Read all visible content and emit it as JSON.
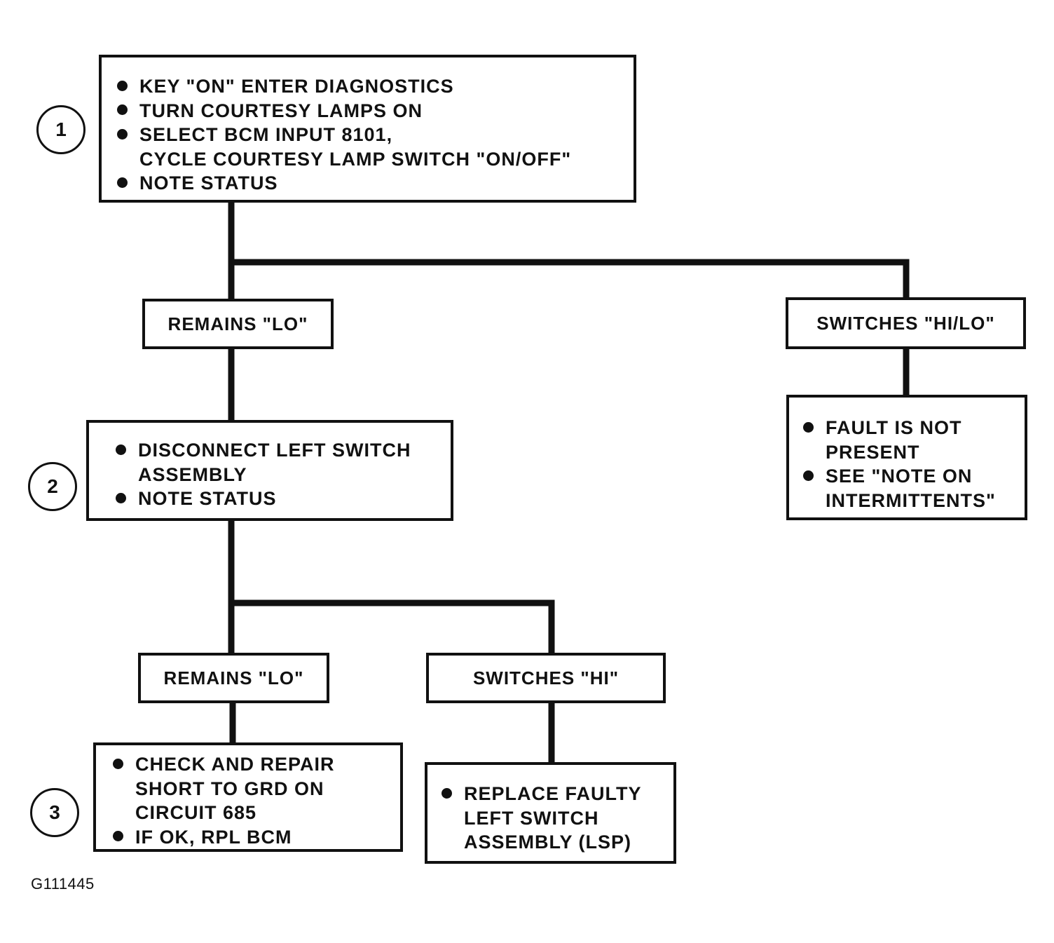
{
  "step1": {
    "number": "1",
    "bullets": [
      {
        "lines": [
          "KEY \"ON\" ENTER DIAGNOSTICS"
        ]
      },
      {
        "lines": [
          "TURN COURTESY LAMPS ON"
        ]
      },
      {
        "lines": [
          "SELECT BCM INPUT 8101,",
          "CYCLE COURTESY LAMP SWITCH \"ON/OFF\""
        ]
      },
      {
        "lines": [
          "NOTE STATUS"
        ]
      }
    ]
  },
  "branch1": {
    "left": "REMAINS \"LO\"",
    "right": "SWITCHES \"HI/LO\""
  },
  "step2": {
    "number": "2",
    "bullets": [
      {
        "lines": [
          "DISCONNECT LEFT SWITCH",
          "ASSEMBLY"
        ]
      },
      {
        "lines": [
          "NOTE STATUS"
        ]
      }
    ]
  },
  "result_right": {
    "bullets": [
      {
        "lines": [
          "FAULT IS NOT",
          "PRESENT"
        ]
      },
      {
        "lines": [
          "SEE \"NOTE ON",
          "INTERMITTENTS\""
        ]
      }
    ]
  },
  "branch2": {
    "left": "REMAINS \"LO\"",
    "right": "SWITCHES \"HI\""
  },
  "step3": {
    "number": "3",
    "bullets": [
      {
        "lines": [
          "CHECK AND REPAIR",
          "SHORT TO GRD ON",
          "CIRCUIT 685"
        ]
      },
      {
        "lines": [
          "IF OK, RPL BCM"
        ]
      }
    ]
  },
  "result_replace": {
    "bullets": [
      {
        "lines": [
          "REPLACE FAULTY",
          "LEFT SWITCH",
          "ASSEMBLY (LSP)"
        ]
      }
    ]
  },
  "figure_id": "G111445"
}
